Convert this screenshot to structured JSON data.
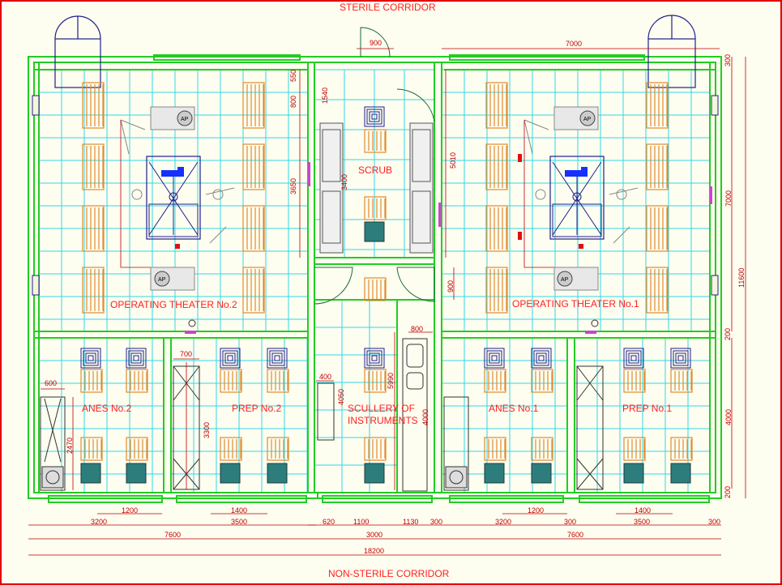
{
  "corridors": {
    "top": "STERILE CORRIDOR",
    "bottom": "NON-STERILE CORRIDOR"
  },
  "rooms": {
    "ot2": "OPERATING THEATER No.2",
    "ot1": "OPERATING THEATER No.1",
    "scrub": "SCRUB",
    "anes2": "ANES No.2",
    "prep2": "PREP No.2",
    "scullery_line1": "SCULLERY OF",
    "scullery_line2": "INSTRUMENTS",
    "anes1": "ANES No.1",
    "prep1": "PREP No.1"
  },
  "equipment": {
    "ap": "AP"
  },
  "dims": {
    "d900top": "900",
    "d7000top": "7000",
    "d300tr": "300",
    "d7000right": "7000",
    "d11600": "11600",
    "d200a": "200",
    "d4000right": "4000",
    "d200b": "200",
    "d550": "550",
    "d800v": "800",
    "d1540": "1540",
    "d3650": "3650",
    "d3400": "3400",
    "d5010": "5010",
    "d900mid": "900",
    "d800h": "800",
    "d5990": "5990",
    "d4000mid": "4000",
    "d4050": "4050",
    "d400": "400",
    "d700": "700",
    "d3300": "3300",
    "d600": "600",
    "d2470": "2470",
    "d3200a": "3200",
    "d1200a": "1200",
    "d3500a": "3500",
    "d1400a": "1400",
    "d620": "620",
    "d1100": "1100",
    "d1130": "1130",
    "d300a": "300",
    "d3200b": "3200",
    "d1200b": "1200",
    "d300b": "300",
    "d3500b": "3500",
    "d1400b": "1400",
    "d300c": "300",
    "d7600a": "7600",
    "d3000": "3000",
    "d7600b": "7600",
    "d18200": "18200"
  },
  "colors": {
    "wall": "#22cc22",
    "grid": "#33d6e6",
    "dimension": "#c00000",
    "label": "#ff2020",
    "furniture": "#e08a2c",
    "equipment": "#20208a",
    "frame": "#e00000"
  }
}
